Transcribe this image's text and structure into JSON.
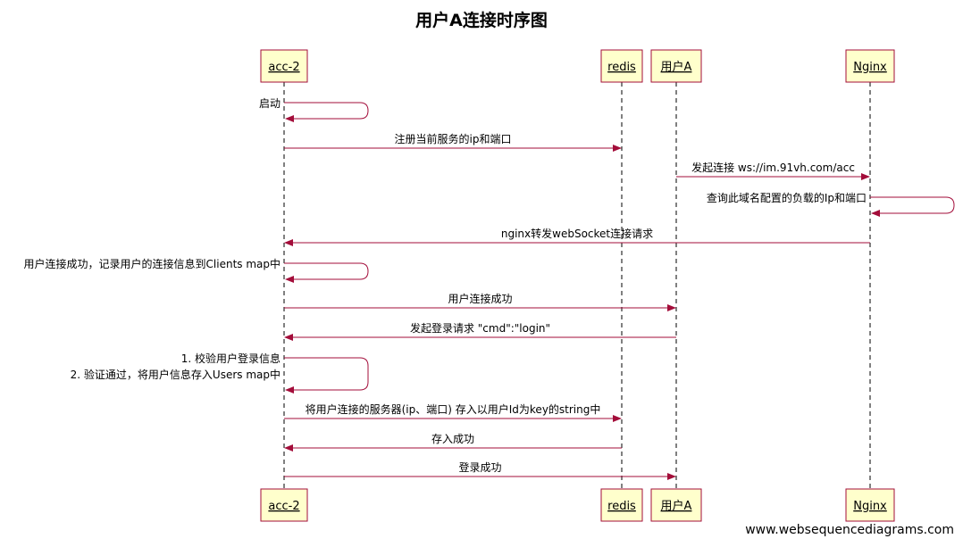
{
  "title": "用户A连接时序图",
  "footer": "www.websequencediagrams.com",
  "colors": {
    "participant_fill": "#ffffcc",
    "participant_border": "#a30d3a",
    "arrow": "#a30d3a",
    "lifeline": "#000000",
    "text": "#000000"
  },
  "participants": [
    {
      "id": "acc",
      "label": "acc-2"
    },
    {
      "id": "redis",
      "label": "redis"
    },
    {
      "id": "userA",
      "label": "用户A"
    },
    {
      "id": "nginx",
      "label": "Nginx"
    }
  ],
  "messages": [
    {
      "from": "acc",
      "to": "acc",
      "lines": [
        "启动"
      ]
    },
    {
      "from": "acc",
      "to": "redis",
      "lines": [
        "注册当前服务的ip和端口"
      ]
    },
    {
      "from": "userA",
      "to": "nginx",
      "lines": [
        "发起连接 ws://im.91vh.com/acc"
      ]
    },
    {
      "from": "nginx",
      "to": "nginx",
      "lines": [
        "查询此域名配置的负载的Ip和端口"
      ]
    },
    {
      "from": "nginx",
      "to": "acc",
      "lines": [
        "nginx转发webSocket连接请求"
      ]
    },
    {
      "from": "acc",
      "to": "acc",
      "lines": [
        "用户连接成功，记录用户的连接信息到Clients map中"
      ]
    },
    {
      "from": "acc",
      "to": "userA",
      "lines": [
        "用户连接成功"
      ]
    },
    {
      "from": "userA",
      "to": "acc",
      "lines": [
        "发起登录请求 \"cmd\":\"login\""
      ]
    },
    {
      "from": "acc",
      "to": "acc",
      "lines": [
        "1. 校验用户登录信息",
        "2. 验证通过，将用户信息存入Users map中"
      ]
    },
    {
      "from": "acc",
      "to": "redis",
      "lines": [
        "将用户连接的服务器(ip、端口) 存入以用户Id为key的string中"
      ]
    },
    {
      "from": "redis",
      "to": "acc",
      "lines": [
        "存入成功"
      ]
    },
    {
      "from": "acc",
      "to": "userA",
      "lines": [
        "登录成功"
      ]
    }
  ]
}
